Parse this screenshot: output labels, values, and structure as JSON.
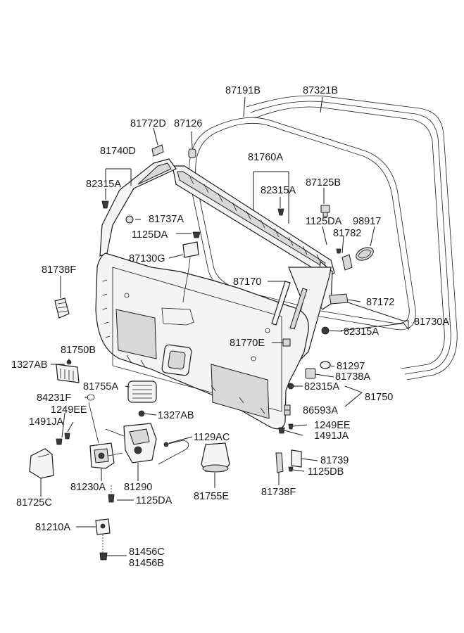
{
  "labels": {
    "p87191B": "87191B",
    "p87321B": "87321B",
    "p81772D": "81772D",
    "p87126": "87126",
    "p81740D": "81740D",
    "p81760A": "81760A",
    "p82315A_1": "82315A",
    "p82315A_2": "82315A",
    "p87125B": "87125B",
    "p1125DA_1": "1125DA",
    "p98917": "98917",
    "p81737A": "81737A",
    "p1125DA_2": "1125DA",
    "p81782": "81782",
    "p87130G": "87130G",
    "p81738F_1": "81738F",
    "p87170": "87170",
    "p87172": "87172",
    "p82315A_3": "82315A",
    "p81730A": "81730A",
    "p81770E": "81770E",
    "p81750B": "81750B",
    "p1327AB_1": "1327AB",
    "p81297": "81297",
    "p81738A": "81738A",
    "p81755A": "81755A",
    "p82315A_4": "82315A",
    "p81750": "81750",
    "p84231F": "84231F",
    "p86593A": "86593A",
    "p1249EE_1": "1249EE",
    "p1327AB_2": "1327AB",
    "p1491JA_1": "1491JA",
    "p1249EE_2": "1249EE",
    "p1129AC": "1129AC",
    "p1491JA_2": "1491JA",
    "p81739": "81739",
    "p1125DB": "1125DB",
    "p81230A": "81230A",
    "p81290": "81290",
    "p81725C": "81725C",
    "p81755E": "81755E",
    "p81738F_2": "81738F",
    "p1125DA_3": "1125DA",
    "p81210A": "81210A",
    "p81456C": "81456C",
    "p81456B": "81456B"
  }
}
